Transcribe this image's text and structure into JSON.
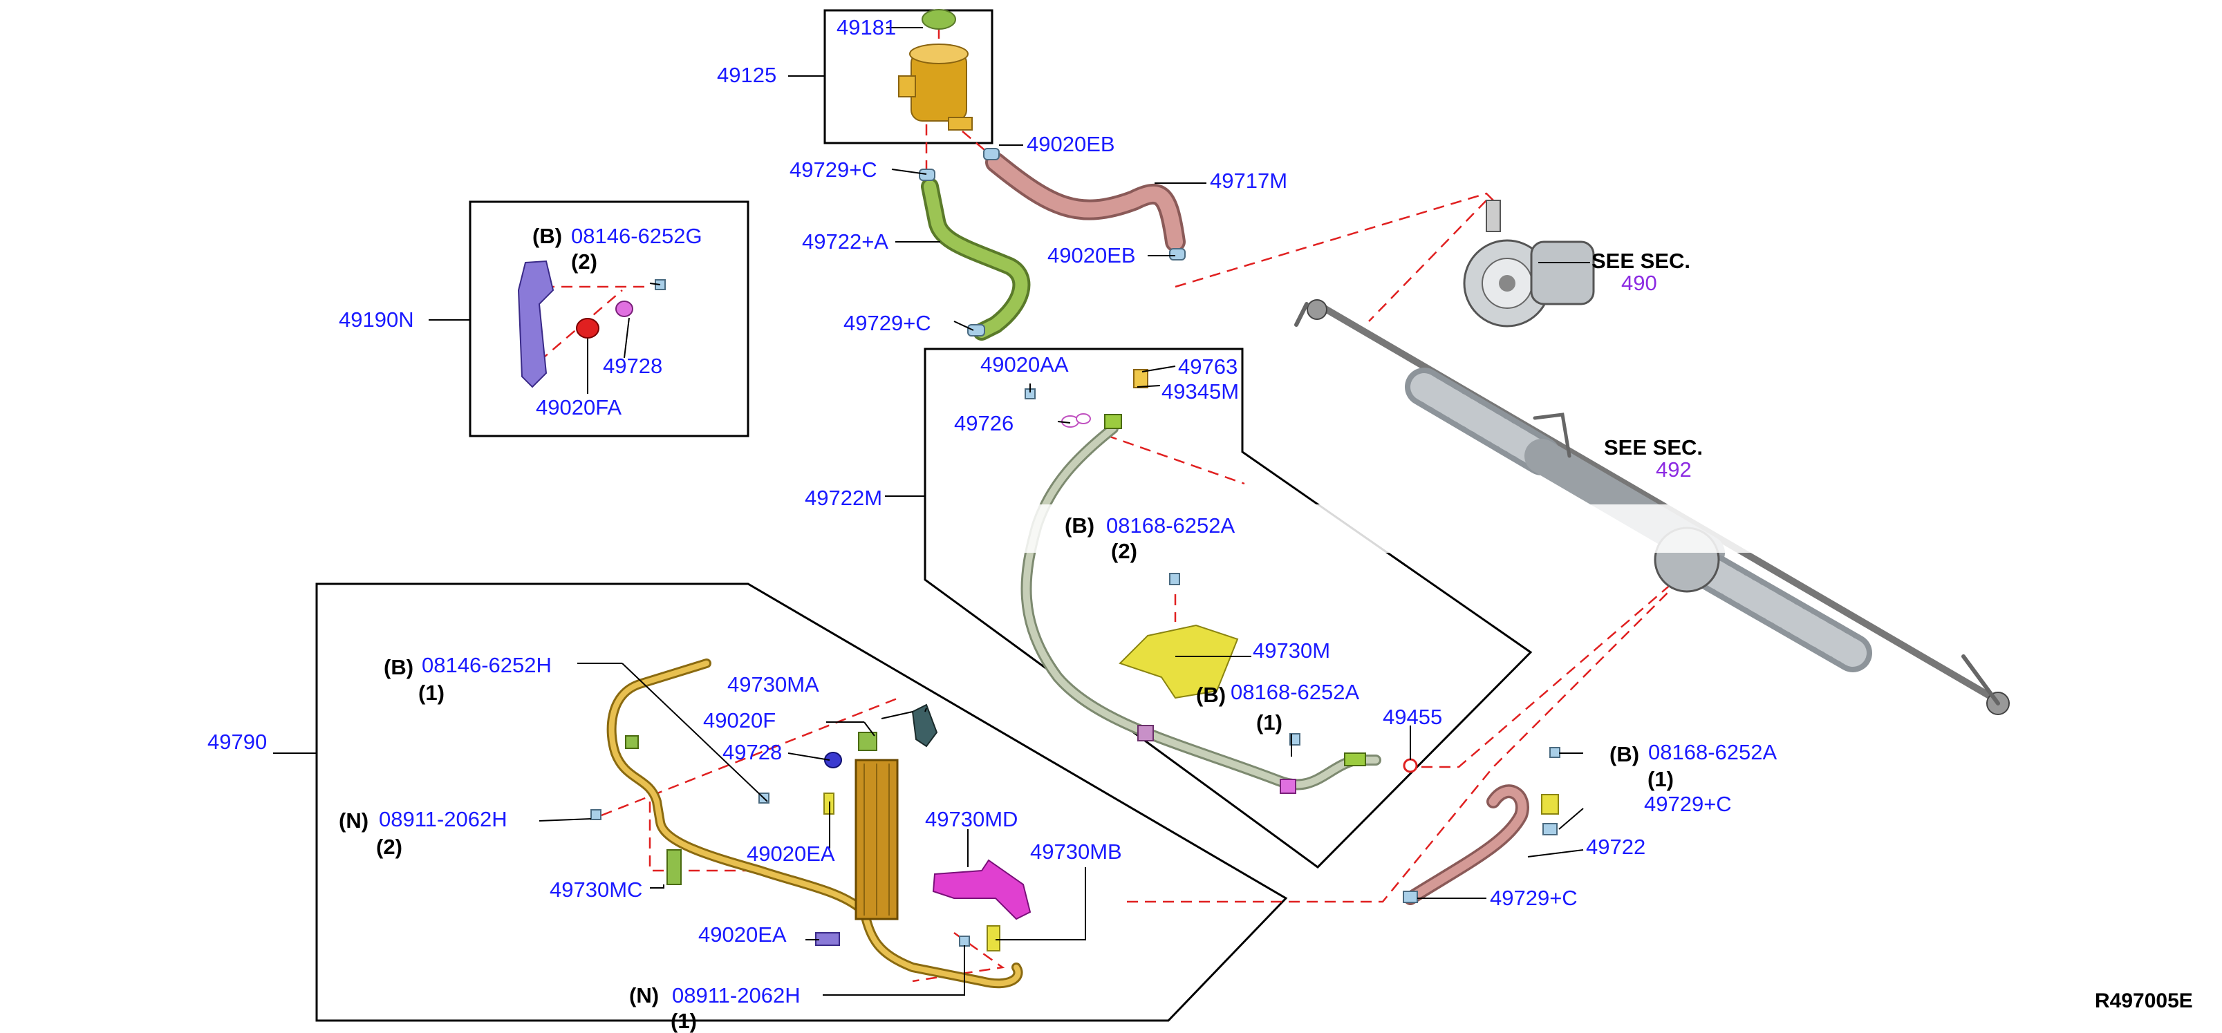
{
  "colors": {
    "label": "#1a1aff",
    "qualifier": "#000000",
    "section_number": "#8c2be2",
    "leader": "#000000",
    "dashed_guide": "#e02020",
    "reservoir": "#d9a21c",
    "hose_pink": "#c98a86",
    "hose_green": "#8db44a",
    "tube_gold": "#d8a82a",
    "bracket_yellow": "#e8e040",
    "bracket_magenta": "#e040d0",
    "bracket_purple": "#8a7ad8"
  },
  "labels": {
    "p49181": "49181",
    "p49125": "49125",
    "p49020EB_top": "49020EB",
    "p49729C_top": "49729+C",
    "p49717M": "49717M",
    "p49722A": "49722+A",
    "p49020EB_mid": "49020EB",
    "p49729C_mid": "49729+C",
    "see_sec_1": "SEE SEC.",
    "sec_490": "490",
    "see_sec_2": "SEE SEC.",
    "sec_492": "492",
    "p49190N": "49190N",
    "b_tag_1": "(B)",
    "p08146_6252G": "08146-6252G",
    "qty_2a": "(2)",
    "p49728_box": "49728",
    "p49020FA": "49020FA",
    "p49020AA": "49020AA",
    "p49763": "49763",
    "p49345M": "49345M",
    "p49726": "49726",
    "p49722M": "49722M",
    "b_tag_3": "(B)",
    "p08168_6252A_mid": "08168-6252A",
    "qty_2b": "(2)",
    "p49730M": "49730M",
    "b_tag_4": "(B)",
    "p08168_6252A_low": "08168-6252A",
    "qty_1a": "(1)",
    "p49455": "49455",
    "p49790": "49790",
    "b_tag_5": "(B)",
    "p08146_6252H": "08146-6252H",
    "qty_1b": "(1)",
    "p49730MA": "49730MA",
    "p49020F": "49020F",
    "p49728": "49728",
    "n_tag_1": "(N)",
    "p08911_2062H_a": "08911-2062H",
    "qty_2c": "(2)",
    "p49020EA_a": "49020EA",
    "p49730MD": "49730MD",
    "p49730MB": "49730MB",
    "p49730MC": "49730MC",
    "p49020EA_b": "49020EA",
    "n_tag_2": "(N)",
    "p08911_2062H_b": "08911-2062H",
    "qty_1c": "(1)",
    "b_tag_6": "(B)",
    "p08168_6252A_right": "08168-6252A",
    "qty_1d": "(1)",
    "p49729C_right": "49729+C",
    "p49722": "49722",
    "p49729C_bottom": "49729+C",
    "diagram_ref": "R497005E"
  }
}
